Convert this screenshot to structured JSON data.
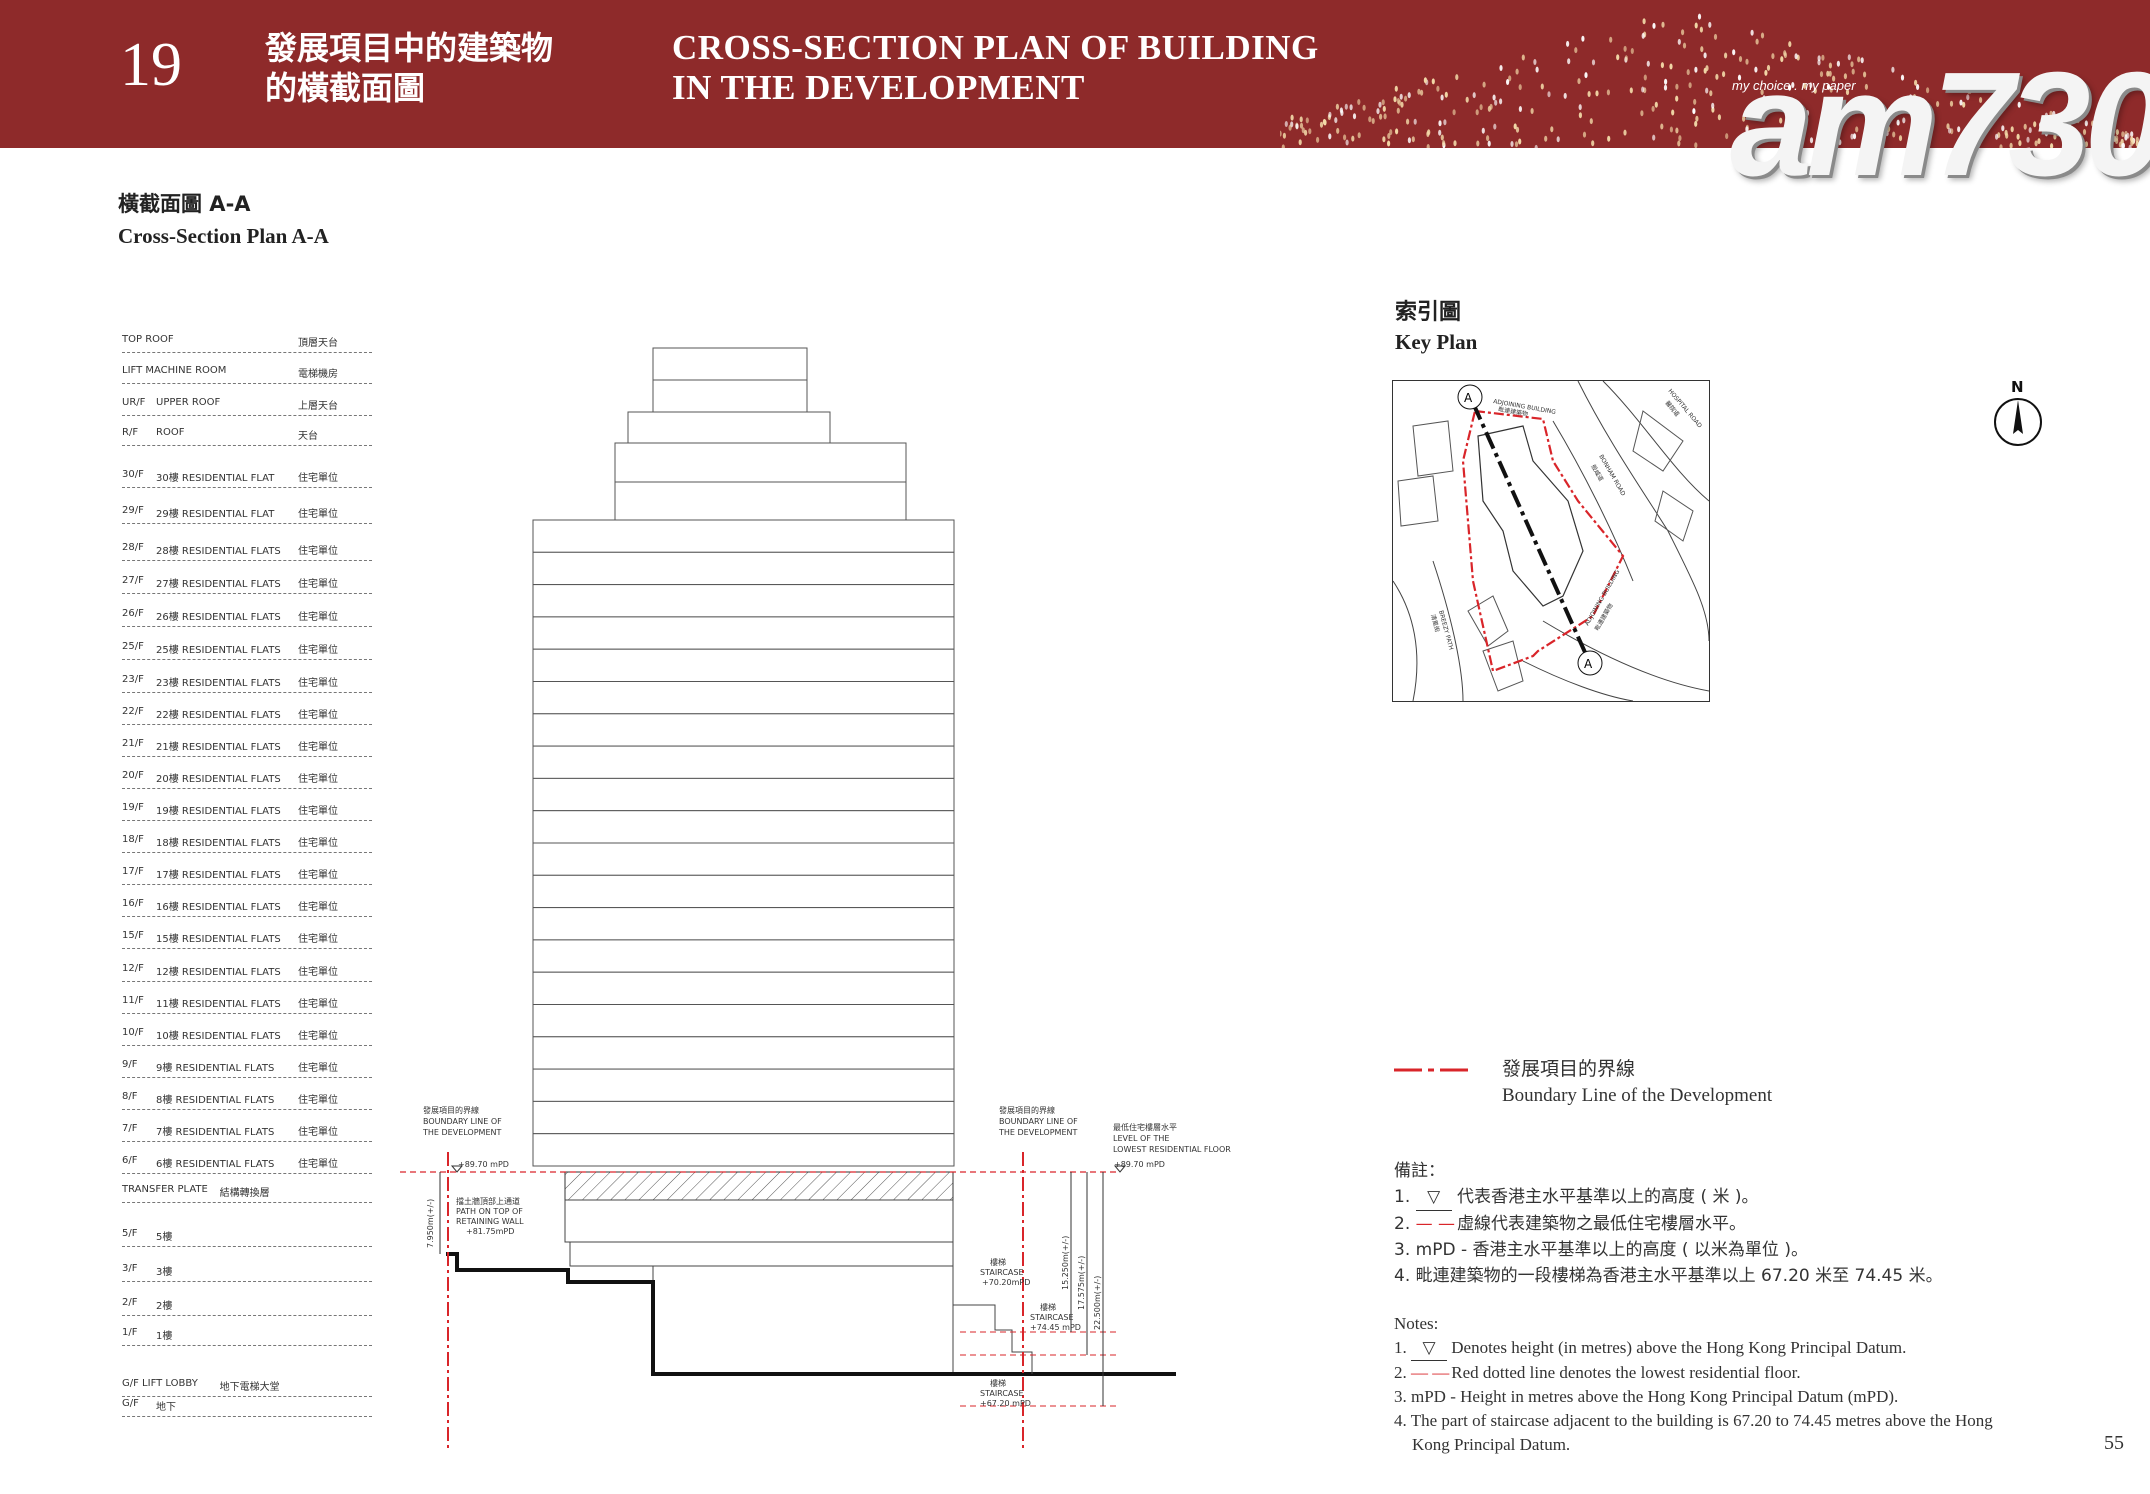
{
  "header": {
    "page_number": "19",
    "title_zh_1": "發展項目中的建築物",
    "title_zh_2": "的橫截面圖",
    "title_en_1": "CROSS-SECTION PLAN OF BUILDING",
    "title_en_2": "IN THE DEVELOPMENT"
  },
  "logo": {
    "text": "am730",
    "tagline": "my choice . my paper"
  },
  "section": {
    "title_zh": "橫截面圖 A-A",
    "title_en": "Cross-Section Plan A-A"
  },
  "floors": [
    {
      "code": "TOP ROOF",
      "label": "",
      "zh": "頂層天台"
    },
    {
      "code": "LIFT MACHINE ROOM",
      "label": "",
      "zh": "電梯機房"
    },
    {
      "code": "UR/F",
      "label": "UPPER ROOF",
      "zh": "上層天台"
    },
    {
      "code": "R/F",
      "label": "ROOF",
      "zh": "天台"
    },
    {
      "code": "30/F",
      "label": "30樓  RESIDENTIAL FLAT",
      "zh": "住宅單位"
    },
    {
      "code": "29/F",
      "label": "29樓  RESIDENTIAL FLAT",
      "zh": "住宅單位"
    },
    {
      "code": "28/F",
      "label": "28樓  RESIDENTIAL FLATS",
      "zh": "住宅單位"
    },
    {
      "code": "27/F",
      "label": "27樓  RESIDENTIAL FLATS",
      "zh": "住宅單位"
    },
    {
      "code": "26/F",
      "label": "26樓  RESIDENTIAL FLATS",
      "zh": "住宅單位"
    },
    {
      "code": "25/F",
      "label": "25樓  RESIDENTIAL FLATS",
      "zh": "住宅單位"
    },
    {
      "code": "23/F",
      "label": "23樓  RESIDENTIAL FLATS",
      "zh": "住宅單位"
    },
    {
      "code": "22/F",
      "label": "22樓  RESIDENTIAL FLATS",
      "zh": "住宅單位"
    },
    {
      "code": "21/F",
      "label": "21樓  RESIDENTIAL FLATS",
      "zh": "住宅單位"
    },
    {
      "code": "20/F",
      "label": "20樓  RESIDENTIAL FLATS",
      "zh": "住宅單位"
    },
    {
      "code": "19/F",
      "label": "19樓  RESIDENTIAL FLATS",
      "zh": "住宅單位"
    },
    {
      "code": "18/F",
      "label": "18樓  RESIDENTIAL FLATS",
      "zh": "住宅單位"
    },
    {
      "code": "17/F",
      "label": "17樓  RESIDENTIAL FLATS",
      "zh": "住宅單位"
    },
    {
      "code": "16/F",
      "label": "16樓  RESIDENTIAL FLATS",
      "zh": "住宅單位"
    },
    {
      "code": "15/F",
      "label": "15樓  RESIDENTIAL FLATS",
      "zh": "住宅單位"
    },
    {
      "code": "12/F",
      "label": "12樓  RESIDENTIAL FLATS",
      "zh": "住宅單位"
    },
    {
      "code": "11/F",
      "label": "11樓  RESIDENTIAL FLATS",
      "zh": "住宅單位"
    },
    {
      "code": "10/F",
      "label": "10樓  RESIDENTIAL FLATS",
      "zh": "住宅單位"
    },
    {
      "code": "9/F",
      "label": "9樓  RESIDENTIAL FLATS",
      "zh": "住宅單位"
    },
    {
      "code": "8/F",
      "label": "8樓  RESIDENTIAL FLATS",
      "zh": "住宅單位"
    },
    {
      "code": "7/F",
      "label": "7樓  RESIDENTIAL FLATS",
      "zh": "住宅單位"
    },
    {
      "code": "6/F",
      "label": "6樓  RESIDENTIAL FLATS",
      "zh": "住宅單位"
    },
    {
      "code": "TRANSFER PLATE",
      "label": "結構轉換層",
      "zh": ""
    },
    {
      "code": "5/F",
      "label": "5樓",
      "zh": ""
    },
    {
      "code": "3/F",
      "label": "3樓",
      "zh": ""
    },
    {
      "code": "2/F",
      "label": "2樓",
      "zh": ""
    },
    {
      "code": "1/F",
      "label": "1樓",
      "zh": ""
    },
    {
      "code": "G/F LIFT LOBBY",
      "label": "地下電梯大堂",
      "zh": ""
    },
    {
      "code": "G/F",
      "label": "地下",
      "zh": ""
    }
  ],
  "annotations": {
    "boundary_left": [
      "發展項目的界線",
      "BOUNDARY LINE OF",
      "THE DEVELOPMENT"
    ],
    "boundary_right": [
      "發展項目的界線",
      "BOUNDARY LINE OF",
      "THE DEVELOPMENT"
    ],
    "lowest_floor": [
      "最低住宅樓層水平",
      "LEVEL OF THE",
      "LOWEST RESIDENTIAL FLOOR"
    ],
    "level_left": "+89.70 mPD",
    "level_right": "+89.70 mPD",
    "retaining_wall": [
      "擋土牆頂部上通道",
      "PATH ON TOP OF",
      "RETAINING WALL",
      "+81.75mPD"
    ],
    "dim_left": "7.950m(+/-)",
    "staircase_1": [
      "樓梯",
      "STAIRCASE",
      "+70.20mPD"
    ],
    "staircase_2": [
      "樓梯",
      "STAIRCASE",
      "+74.45 mPD"
    ],
    "staircase_3": [
      "樓梯",
      "STAIRCASE",
      "+67.20 mPD"
    ],
    "dim_1": "15.250m(+/-)",
    "dim_2": "17.575m(+/-)",
    "dim_3": "22.500m(+/-)"
  },
  "key_plan": {
    "title_zh": "索引圖",
    "title_en": "Key Plan",
    "section_marker": "A",
    "north_label": "N",
    "labels": [
      "ADJOINING BUILDING",
      "毗連建築物",
      "HOSPITAL ROAD",
      "醫院道",
      "BONHAM ROAD",
      "般咸道",
      "ADJOINING BUILDING",
      "毗連建築物",
      "BREEZY PATH",
      "清風街"
    ]
  },
  "legend": {
    "zh": "發展項目的界線",
    "en": "Boundary Line of the Development",
    "color": "#d9252a"
  },
  "notes_zh": {
    "heading": "備註：",
    "items": [
      {
        "num": "1.",
        "sym": "▽",
        "text": "代表香港主水平基準以上的高度 ( 米 )。"
      },
      {
        "num": "2.",
        "sym": "— —",
        "text": "虛線代表建築物之最低住宅樓層水平。"
      },
      {
        "num": "3.",
        "sym": "",
        "text": "mPD - 香港主水平基準以上的高度 ( 以米為單位 )。"
      },
      {
        "num": "4.",
        "sym": "",
        "text": "毗連建築物的一段樓梯為香港主水平基準以上 67.20 米至 74.45 米。"
      }
    ]
  },
  "notes_en": {
    "heading": "Notes:",
    "items": [
      {
        "num": "1.",
        "sym": "▽",
        "text": "Denotes height (in metres) above the Hong Kong Principal Datum."
      },
      {
        "num": "2.",
        "sym": "— —",
        "text": "Red dotted line denotes the lowest residential floor."
      },
      {
        "num": "3.",
        "sym": "",
        "text": "mPD - Height in metres above the Hong Kong Principal Datum (mPD)."
      },
      {
        "num": "4.",
        "sym": "",
        "text": "The part of staircase adjacent to the building is 67.20 to 74.45 metres above the Hong"
      },
      {
        "num": "",
        "sym": "",
        "text": "Kong Principal Datum."
      }
    ]
  },
  "footer": {
    "page": "55"
  },
  "colors": {
    "banner": "#8e2a2a",
    "boundary_red": "#d9252a"
  }
}
